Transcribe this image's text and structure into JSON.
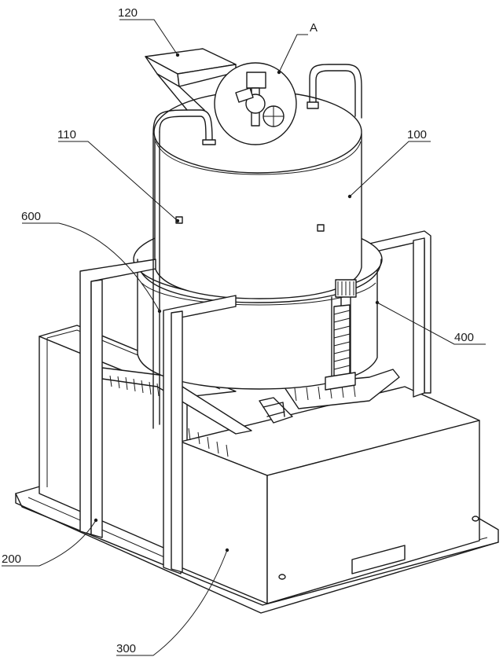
{
  "labels": {
    "l120": "120",
    "lA": "A",
    "l110": "110",
    "l100": "100",
    "l600": "600",
    "l400": "400",
    "l200": "200",
    "l300": "300"
  }
}
